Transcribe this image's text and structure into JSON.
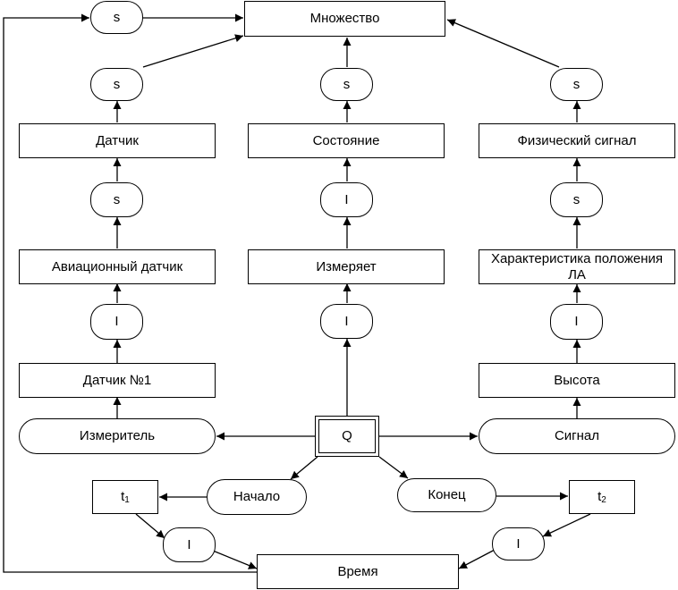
{
  "nodes": {
    "mnozhestvo": "Множество",
    "datchik": "Датчик",
    "sostoyanie": "Состояние",
    "fiz_signal": "Физический сигнал",
    "avia_datchik": "Авиационный датчик",
    "izmeryaet": "Измеряет",
    "harakteristika": "Характеристика положения ЛА",
    "datchik1": "Датчик №1",
    "vysota": "Высота",
    "izmeritel": "Измеритель",
    "q": "Q",
    "signal": "Сигнал",
    "nachalo": "Начало",
    "konec": "Конец",
    "t1_base": "t",
    "t1_sub": "1",
    "t2_base": "t",
    "t2_sub": "2",
    "vremya": "Время"
  },
  "relations": {
    "s": "s",
    "i": "I"
  }
}
